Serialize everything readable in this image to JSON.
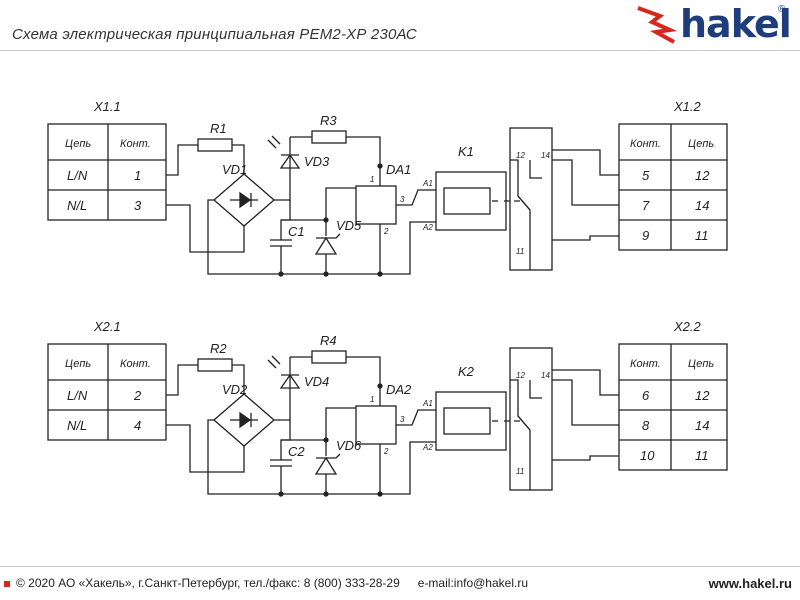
{
  "header": {
    "title": "Схема электрическая принципиальная РЕМ2-ХР 230АС",
    "logo_text": "hakel",
    "logo_reg": "®"
  },
  "footer": {
    "copyright": "© 2020 АО «Хакель», г.Санкт-Петербург, тел./факс: 8 (800) 333-28-29",
    "email": "e-mail:info@hakel.ru",
    "site": "www.hakel.ru"
  },
  "colors": {
    "accent": "#d9261c",
    "brand": "#1e3d7a",
    "line": "#222222"
  },
  "circuits": [
    {
      "input_connector": {
        "name": "X1.1",
        "header": [
          "Цепь",
          "Конт."
        ],
        "rows": [
          [
            "L/N",
            "1"
          ],
          [
            "N/L",
            "3"
          ]
        ]
      },
      "output_connector": {
        "name": "X1.2",
        "header": [
          "Конт.",
          "Цепь"
        ],
        "rows": [
          [
            "5",
            "12"
          ],
          [
            "7",
            "14"
          ],
          [
            "9",
            "11"
          ]
        ]
      },
      "resistor_1": "R1",
      "bridge": "VD1",
      "led": "VD3",
      "resistor_2": "R3",
      "ic": "DA1",
      "capacitor": "C1",
      "zener": "VD5",
      "relay": "K1",
      "ic_pins": [
        "1",
        "3",
        "2"
      ],
      "relay_pins": [
        "A1",
        "A2"
      ],
      "contact_pins": [
        "12",
        "14",
        "11"
      ]
    },
    {
      "input_connector": {
        "name": "X2.1",
        "header": [
          "Цепь",
          "Конт."
        ],
        "rows": [
          [
            "L/N",
            "2"
          ],
          [
            "N/L",
            "4"
          ]
        ]
      },
      "output_connector": {
        "name": "X2.2",
        "header": [
          "Конт.",
          "Цепь"
        ],
        "rows": [
          [
            "6",
            "12"
          ],
          [
            "8",
            "14"
          ],
          [
            "10",
            "11"
          ]
        ]
      },
      "resistor_1": "R2",
      "bridge": "VD2",
      "led": "VD4",
      "resistor_2": "R4",
      "ic": "DA2",
      "capacitor": "C2",
      "zener": "VD6",
      "relay": "K2",
      "ic_pins": [
        "1",
        "3",
        "2"
      ],
      "relay_pins": [
        "A1",
        "A2"
      ],
      "contact_pins": [
        "12",
        "14",
        "11"
      ]
    }
  ]
}
